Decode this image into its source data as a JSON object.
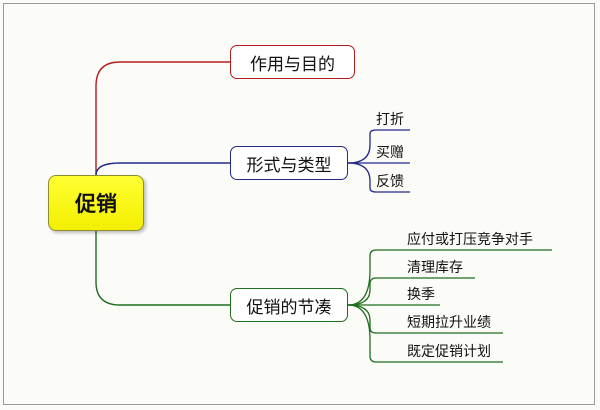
{
  "root": {
    "label": "促销"
  },
  "branches": [
    {
      "label": "作用与目的",
      "color": "#b31d1d",
      "children": []
    },
    {
      "label": "形式与类型",
      "color": "#232a8a",
      "children": [
        "打折",
        "买赠",
        "反馈"
      ]
    },
    {
      "label": "促销的节凑",
      "color": "#1f6e1f",
      "children": [
        "应付或打压竞争对手",
        "清理库存",
        "换季",
        "短期拉升业绩",
        "既定促销计划"
      ]
    }
  ]
}
